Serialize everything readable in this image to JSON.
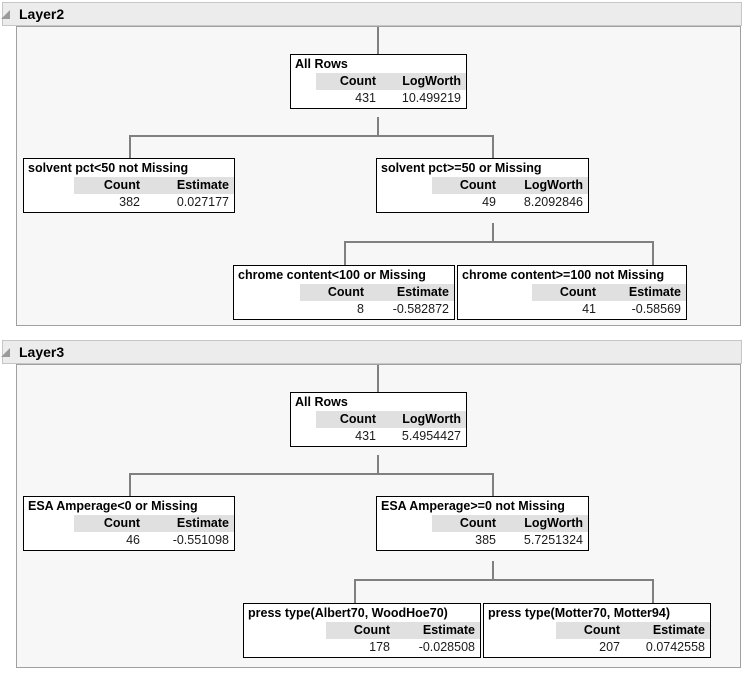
{
  "panels": [
    {
      "id": "layer2",
      "title": "Layer2",
      "disclosure_icon": "triangle-open-icon",
      "tree": {
        "root": {
          "title": "All Rows",
          "columns": [
            "Count",
            "LogWorth"
          ],
          "values": [
            "431",
            "10.499219"
          ]
        },
        "children": [
          {
            "title": "solvent pct<50 not Missing",
            "columns": [
              "Count",
              "Estimate"
            ],
            "values": [
              "382",
              "0.027177"
            ]
          },
          {
            "title": "solvent pct>=50 or Missing",
            "columns": [
              "Count",
              "LogWorth"
            ],
            "values": [
              "49",
              "8.2092846"
            ]
          }
        ],
        "grandchildren": [
          {
            "title": "chrome content<100 or Missing",
            "columns": [
              "Count",
              "Estimate"
            ],
            "values": [
              "8",
              "-0.582872"
            ]
          },
          {
            "title": "chrome content>=100 not Missing",
            "columns": [
              "Count",
              "Estimate"
            ],
            "values": [
              "41",
              "-0.58569"
            ]
          }
        ]
      }
    },
    {
      "id": "layer3",
      "title": "Layer3",
      "disclosure_icon": "triangle-open-icon",
      "tree": {
        "root": {
          "title": "All Rows",
          "columns": [
            "Count",
            "LogWorth"
          ],
          "values": [
            "431",
            "5.4954427"
          ]
        },
        "children": [
          {
            "title": "ESA Amperage<0 or Missing",
            "columns": [
              "Count",
              "Estimate"
            ],
            "values": [
              "46",
              "-0.551098"
            ]
          },
          {
            "title": "ESA Amperage>=0 not Missing",
            "columns": [
              "Count",
              "LogWorth"
            ],
            "values": [
              "385",
              "5.7251324"
            ]
          }
        ],
        "grandchildren": [
          {
            "title": "press type(Albert70, WoodHoe70)",
            "columns": [
              "Count",
              "Estimate"
            ],
            "values": [
              "178",
              "-0.028508"
            ]
          },
          {
            "title": "press type(Motter70, Motter94)",
            "columns": [
              "Count",
              "Estimate"
            ],
            "values": [
              "207",
              "0.0742558"
            ]
          }
        ]
      }
    }
  ],
  "colors": {
    "header_bar": "#ececec",
    "panel_bg": "#f7f7f7",
    "column_header": "#e0e0e0",
    "connector": "#808080",
    "node_border": "#000000"
  }
}
